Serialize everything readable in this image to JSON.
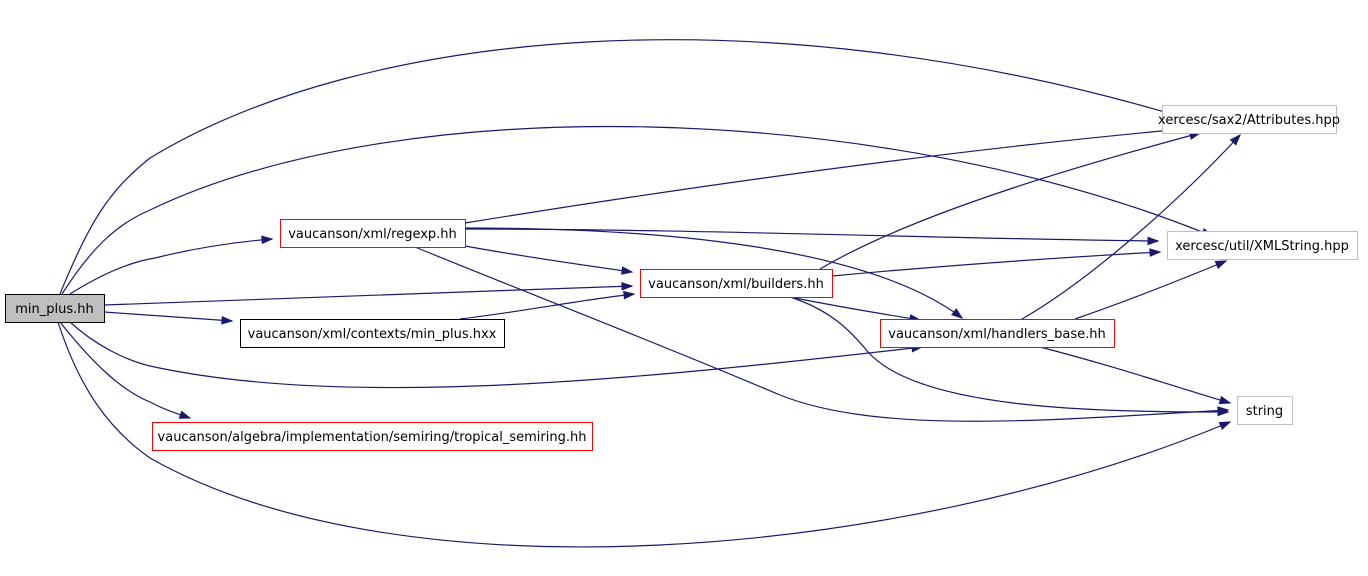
{
  "graph": {
    "nodes": [
      {
        "id": "min_plus_hh",
        "label": "min_plus.hh",
        "style": "root"
      },
      {
        "id": "regexp_hh",
        "label": "vaucanson/xml/regexp.hh",
        "style": "red"
      },
      {
        "id": "builders_hh",
        "label": "vaucanson/xml/builders.hh",
        "style": "red"
      },
      {
        "id": "min_plus_hxx",
        "label": "vaucanson/xml/contexts/min_plus.hxx",
        "style": "black"
      },
      {
        "id": "handlers_base_hh",
        "label": "vaucanson/xml/handlers_base.hh",
        "style": "red"
      },
      {
        "id": "tropical_semiring_hh",
        "label": "vaucanson/algebra/implementation/semiring/tropical_semiring.hh",
        "style": "red"
      },
      {
        "id": "attributes_hpp",
        "label": "xercesc/sax2/Attributes.hpp",
        "style": "gray"
      },
      {
        "id": "xmlstring_hpp",
        "label": "xercesc/util/XMLString.hpp",
        "style": "gray"
      },
      {
        "id": "string",
        "label": "string",
        "style": "gray"
      }
    ],
    "edges": [
      {
        "from": "min_plus_hh",
        "to": "attributes_hpp"
      },
      {
        "from": "min_plus_hh",
        "to": "xmlstring_hpp"
      },
      {
        "from": "min_plus_hh",
        "to": "regexp_hh"
      },
      {
        "from": "min_plus_hh",
        "to": "builders_hh"
      },
      {
        "from": "min_plus_hh",
        "to": "min_plus_hxx"
      },
      {
        "from": "min_plus_hh",
        "to": "handlers_base_hh"
      },
      {
        "from": "min_plus_hh",
        "to": "tropical_semiring_hh"
      },
      {
        "from": "min_plus_hh",
        "to": "string"
      },
      {
        "from": "regexp_hh",
        "to": "attributes_hpp"
      },
      {
        "from": "regexp_hh",
        "to": "xmlstring_hpp"
      },
      {
        "from": "regexp_hh",
        "to": "builders_hh"
      },
      {
        "from": "regexp_hh",
        "to": "handlers_base_hh"
      },
      {
        "from": "regexp_hh",
        "to": "string"
      },
      {
        "from": "min_plus_hxx",
        "to": "builders_hh"
      },
      {
        "from": "builders_hh",
        "to": "attributes_hpp"
      },
      {
        "from": "builders_hh",
        "to": "xmlstring_hpp"
      },
      {
        "from": "builders_hh",
        "to": "handlers_base_hh"
      },
      {
        "from": "builders_hh",
        "to": "string"
      },
      {
        "from": "handlers_base_hh",
        "to": "attributes_hpp"
      },
      {
        "from": "handlers_base_hh",
        "to": "xmlstring_hpp"
      },
      {
        "from": "handlers_base_hh",
        "to": "string"
      }
    ],
    "colors": {
      "edge": "#191970",
      "root_fill": "#bfbfbf",
      "root_border": "#000000",
      "red_border": "#ff0000",
      "black_border": "#000000",
      "gray_border": "#bfbfbf"
    }
  }
}
